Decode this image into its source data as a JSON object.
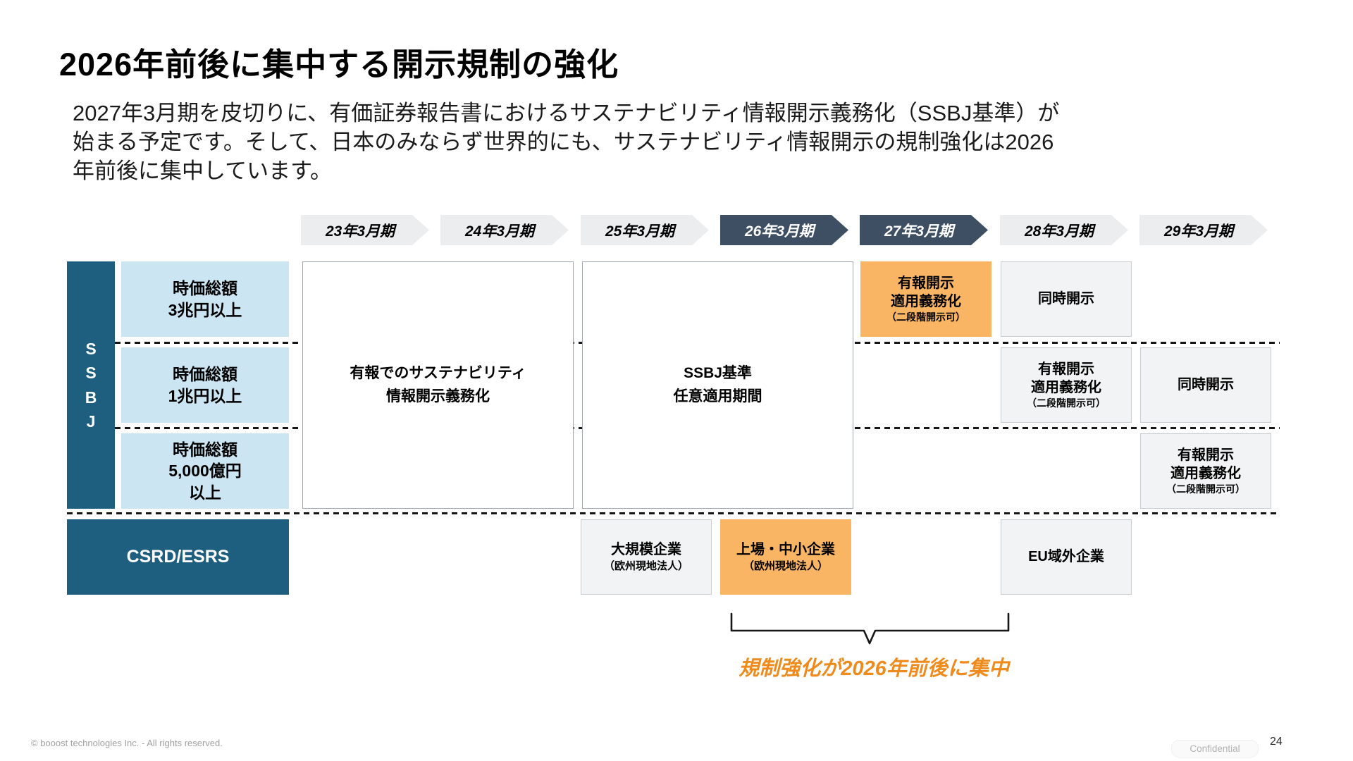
{
  "colors": {
    "navy_arrow": "#3E4E63",
    "teal_label": "#1E5E7E",
    "light_blue": "#CCE5F2",
    "orange_highlight": "#F9B563",
    "cell_gray": "#F2F3F4",
    "annotation_orange": "#EF8B1D"
  },
  "header": {
    "title": "2026年前後に集中する開示規制の強化",
    "lead": "2027年3月期を皮切りに、有価証券報告書におけるサステナビリティ情報開示義務化（SSBJ基準）が始まる予定です。そして、日本のみならず世界的にも、サステナビリティ情報開示の規制強化は2026年前後に集中しています。"
  },
  "timeline_years": [
    {
      "label": "23年3月期",
      "emphasis": false
    },
    {
      "label": "24年3月期",
      "emphasis": false
    },
    {
      "label": "25年3月期",
      "emphasis": false
    },
    {
      "label": "26年3月期",
      "emphasis": true
    },
    {
      "label": "27年3月期",
      "emphasis": true
    },
    {
      "label": "28年3月期",
      "emphasis": false
    },
    {
      "label": "29年3月期",
      "emphasis": false
    }
  ],
  "ssbj_section": {
    "axis_label": "S\nS\nB\nJ",
    "cap_rows": [
      "時価総額\n3兆円以上",
      "時価総額\n1兆円以上",
      "時価総額\n5,000億円\n以上"
    ],
    "phase_boxes": [
      "有報でのサステナビリティ\n情報開示義務化",
      "SSBJ基準\n任意適用期間"
    ],
    "cells": {
      "r1_fy27": {
        "main": "有報開示\n適用義務化",
        "note": "（二段階開示可）"
      },
      "r1_fy28": {
        "main": "同時開示",
        "note": ""
      },
      "r2_fy28": {
        "main": "有報開示\n適用義務化",
        "note": "（二段階開示可）"
      },
      "r2_fy29": {
        "main": "同時開示",
        "note": ""
      },
      "r3_fy29": {
        "main": "有報開示\n適用義務化",
        "note": "（二段階開示可）"
      }
    }
  },
  "csrd_section": {
    "label": "CSRD/ESRS",
    "fy25": {
      "main": "大規模企業",
      "note": "（欧州現地法人）"
    },
    "fy26": {
      "main": "上場・中小企業",
      "note": "（欧州現地法人）"
    },
    "fy28": {
      "main": "EU域外企業",
      "note": ""
    }
  },
  "annotation": {
    "text": "規制強化が2026年前後に集中"
  },
  "footer": {
    "copyright": "© booost technologies Inc. - All rights reserved.",
    "confidential": "Confidential",
    "page": "24"
  }
}
